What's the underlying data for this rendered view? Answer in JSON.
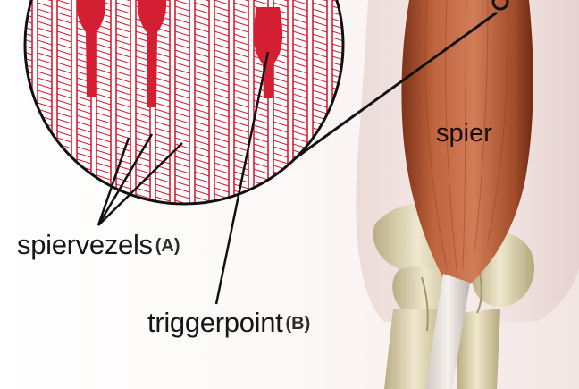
{
  "labels": {
    "fibers": "spiervezels",
    "fibers_marker": "(A)",
    "trigger": "triggerpoint",
    "trigger_marker": "(B)",
    "muscle": "spier"
  },
  "colors": {
    "fiber_red": "#d41f33",
    "muscle_brown": "#b45a38",
    "bone": "#e7dfbf",
    "skin": "#f0e2e0",
    "background": "#ffffff",
    "line": "#111111"
  }
}
